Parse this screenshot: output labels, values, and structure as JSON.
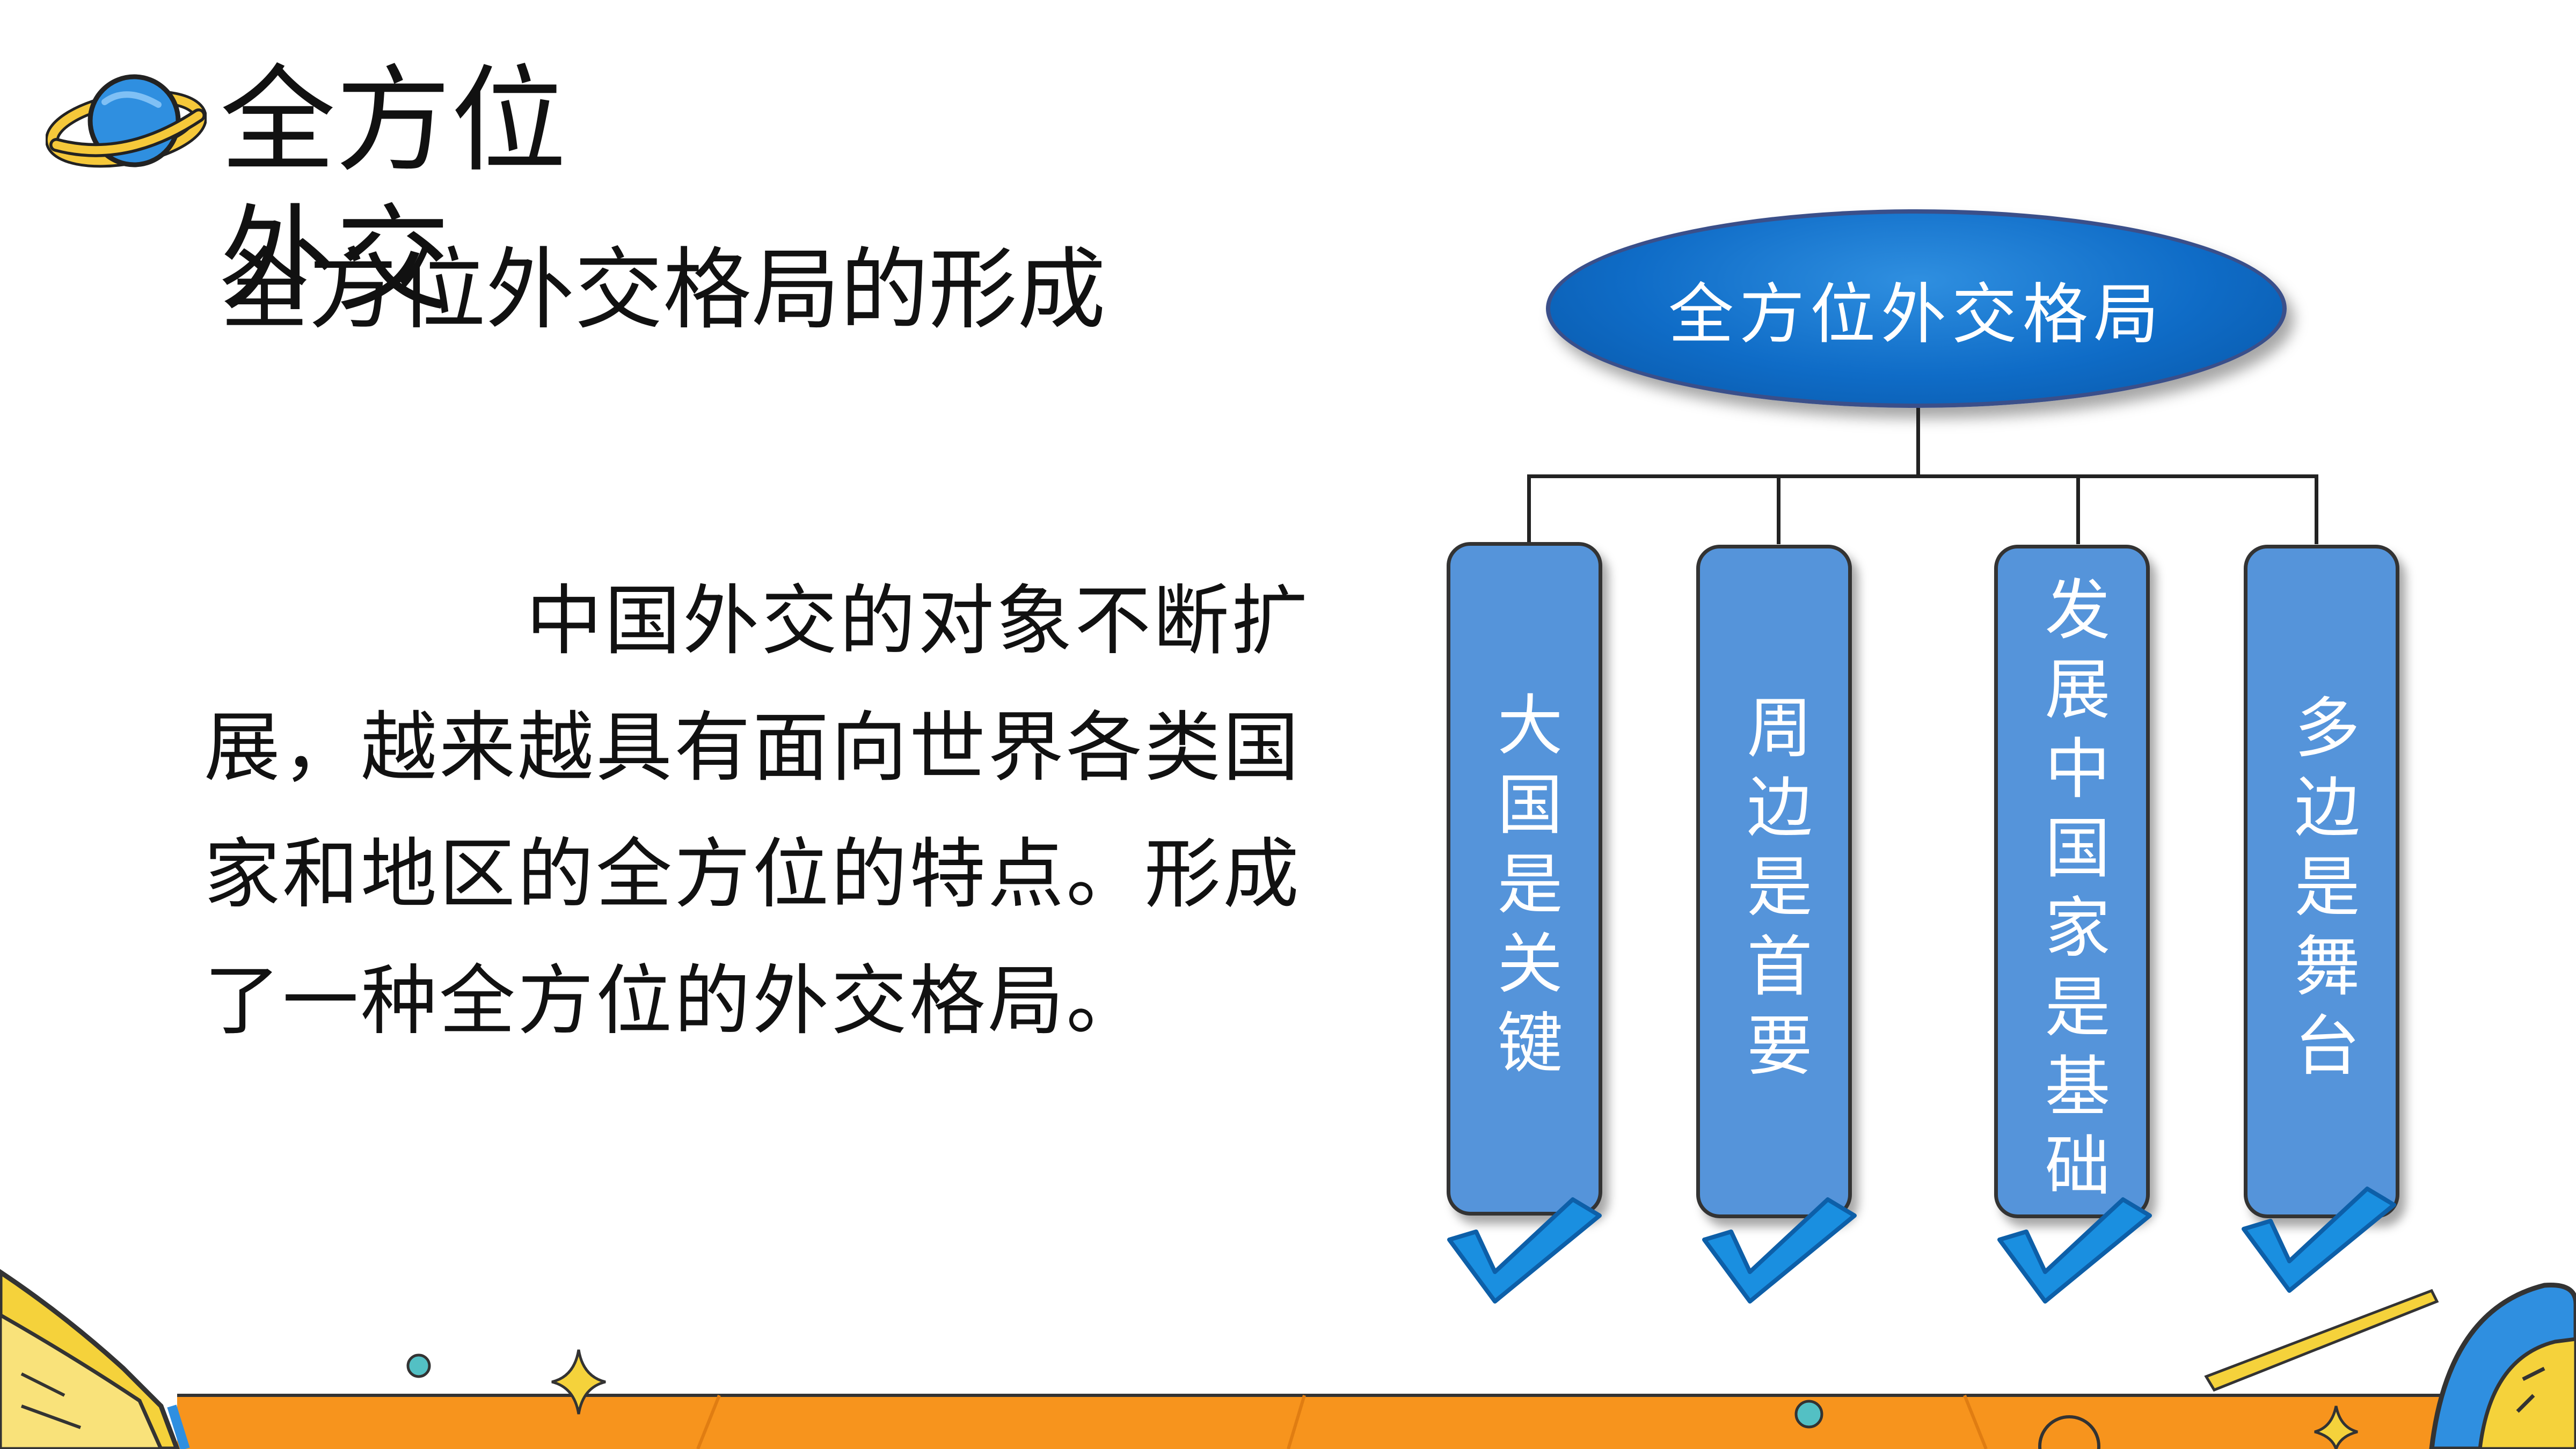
{
  "slide": {
    "title": "全方位外交",
    "subtitle": "全方位外交格局的形成",
    "body": "中国外交的对象不断扩展，越来越具有面向世界各类国家和地区的全方位的特点。形成了一种全方位的外交格局。"
  },
  "diagram": {
    "root": "全方位外交格局",
    "branches": [
      {
        "label": "大国是关键"
      },
      {
        "label": "周边是首要"
      },
      {
        "label": "发展中国家是基础"
      },
      {
        "label": "多边是舞台"
      }
    ]
  },
  "colors": {
    "ellipse": "#0f6cc7",
    "pillar": "#5594da",
    "check": "#1a8fe0",
    "band": "#f7941d",
    "accent_yellow": "#f5d23b",
    "teal_dot": "#53c0c4"
  }
}
